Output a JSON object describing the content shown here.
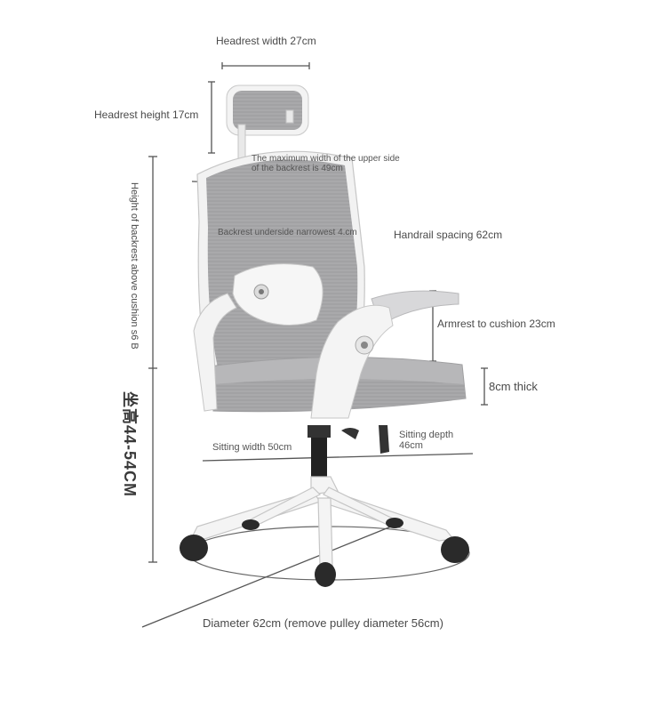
{
  "labels": {
    "headrest_width": "Headrest width 27cm",
    "headrest_height": "Headrest height 17cm",
    "backrest_upper_width": "The maximum width of the upper side of the backrest is 49cm",
    "backrest_underside": "Backrest underside narrowest 4.cm",
    "handrail_spacing": "Handrail spacing 62cm",
    "armrest_to_cushion": "Armrest to cushion 23cm",
    "thickness": "8cm thick",
    "sitting_width": "Sitting width 50cm",
    "sitting_depth": "Sitting depth 46cm",
    "diameter": "Diameter 62cm (remove pulley diameter 56cm)",
    "backrest_height": "Height of backrest above cushion s6 B",
    "seat_height": "坐高44-54CM"
  },
  "colors": {
    "frame": "#f4f4f4",
    "mesh": "#a9a9ab",
    "mesh_dark": "#8f8f92",
    "seat": "#b5b5b7",
    "wheel": "#2a2a2a",
    "line": "#555555"
  }
}
